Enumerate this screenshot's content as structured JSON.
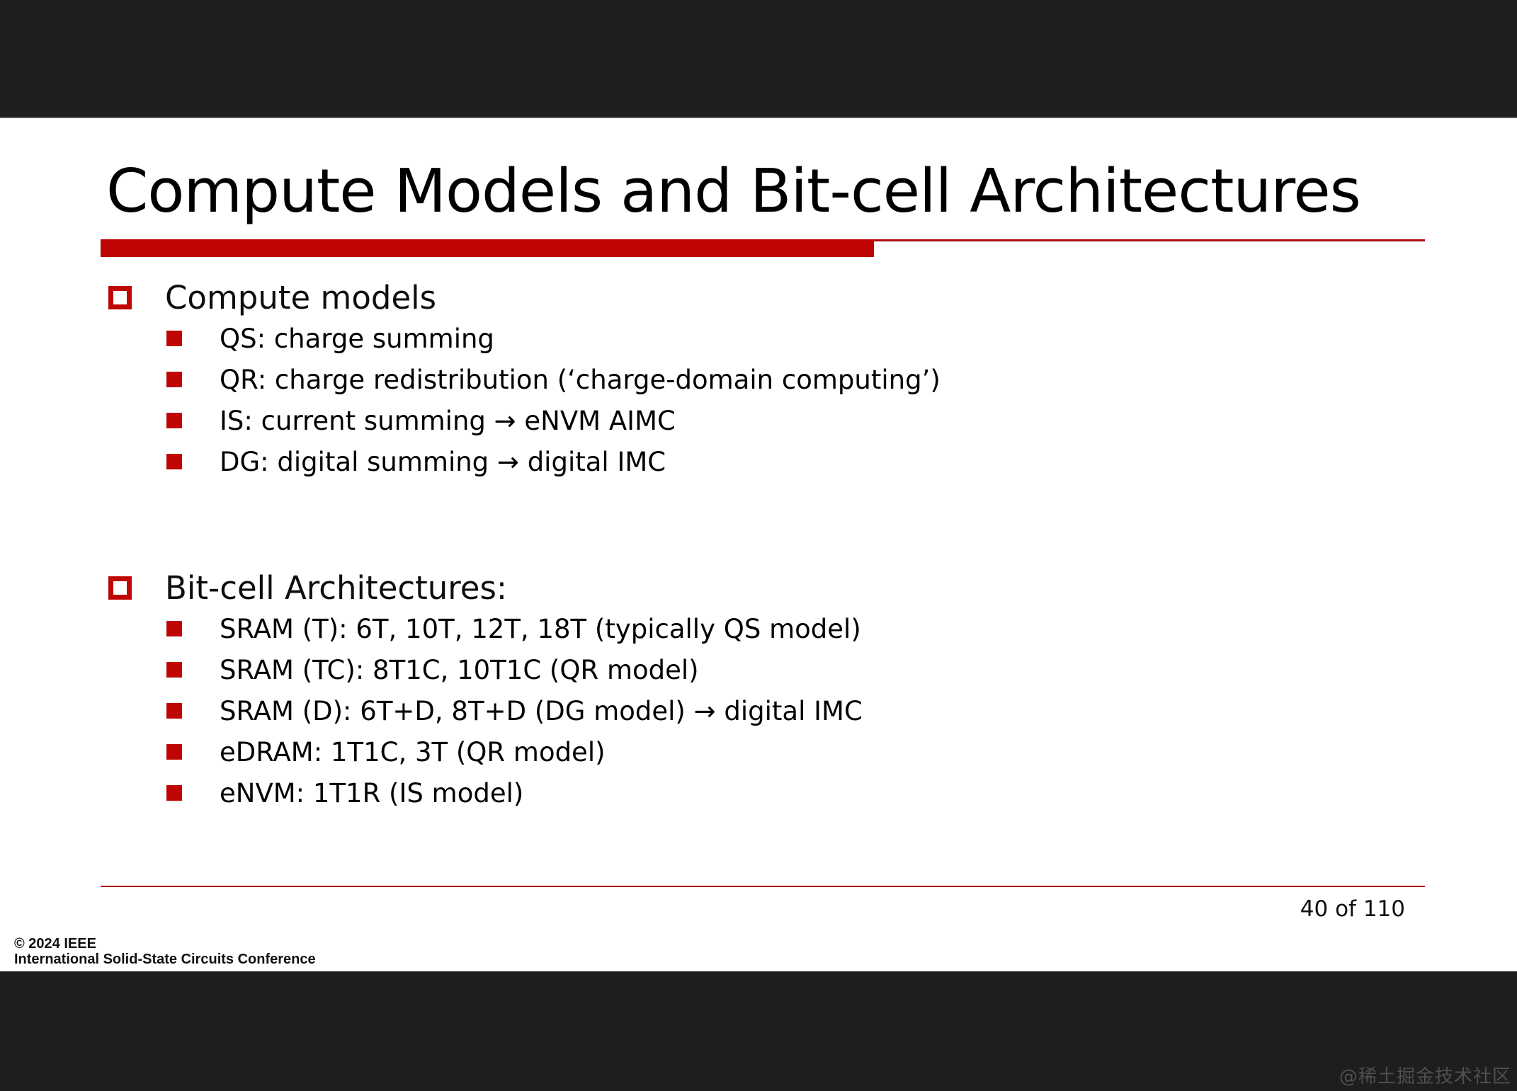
{
  "slide": {
    "title": "Compute Models and Bit-cell Architectures",
    "sections": [
      {
        "heading": "Compute models",
        "items": [
          "QS: charge summing",
          "QR: charge redistribution (‘charge-domain computing’)",
          "IS: current summing → eNVM AIMC",
          "DG: digital summing → digital IMC"
        ]
      },
      {
        "heading": "Bit-cell Architectures:",
        "items": [
          "SRAM (T): 6T, 10T, 12T, 18T (typically QS model)",
          "SRAM (TC): 8T1C, 10T1C (QR model)",
          "SRAM (D): 6T+D, 8T+D (DG model) → digital IMC",
          "eDRAM: 1T1C, 3T (QR model)",
          "eNVM: 1T1R (IS model)"
        ]
      }
    ],
    "page_indicator": "40 of 110",
    "copyright_line1": "© 2024 IEEE",
    "copyright_line2": "International Solid-State Circuits Conference",
    "watermark": "@稀土掘金技术社区",
    "colors": {
      "accent_red": "#c00505",
      "divider_red": "#a80b10",
      "letterbox_black": "#1e1e1e",
      "watermark_gray": "#4f4f52"
    }
  }
}
